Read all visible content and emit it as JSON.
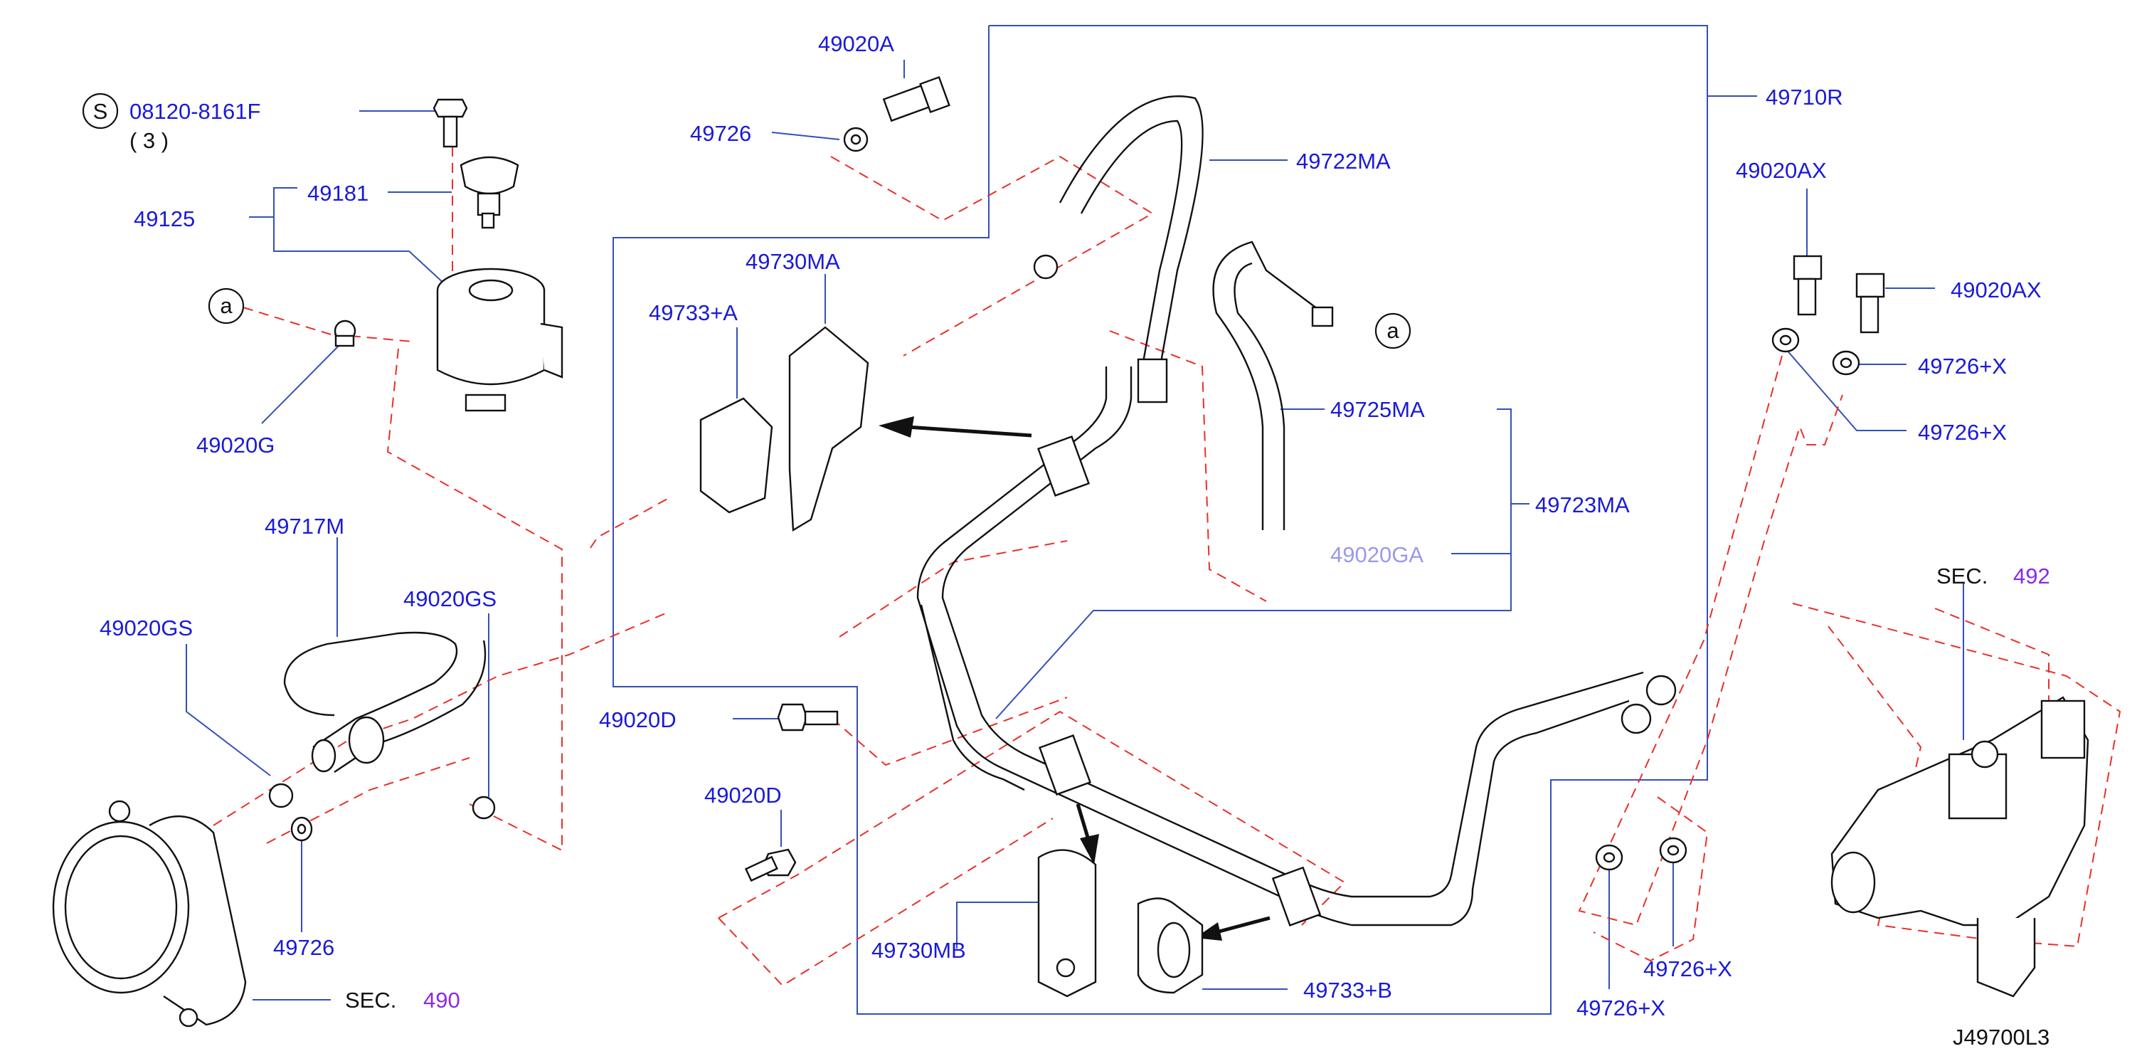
{
  "diagram_id": "J49700L3",
  "callouts": {
    "s_bolt": "08120-8161F",
    "s_circle": "S",
    "s_qty": "( 3 )",
    "p49181": "49181",
    "p49125": "49125",
    "a_left": "a",
    "a_right": "a",
    "p49020g": "49020G",
    "p49717m": "49717M",
    "p49020gs_left": "49020GS",
    "p49020gs_right": "49020GS",
    "p49726_left": "49726",
    "sec_left_prefix": "SEC.",
    "sec_left_num": "490",
    "p49020a": "49020A",
    "p49726_top": "49726",
    "p49730ma": "49730MA",
    "p49733a": "49733+A",
    "p49722ma": "49722MA",
    "p49725ma": "49725MA",
    "p49723ma": "49723MA",
    "p49020ga_faded": "49020GA",
    "p49710r": "49710R",
    "p49020ax_top": "49020AX",
    "p49020ax_right": "49020AX",
    "p49726x_1": "49726+X",
    "p49726x_2": "49726+X",
    "p49020d_1": "49020D",
    "p49020d_2": "49020D",
    "p49730mb": "49730MB",
    "p49733b": "49733+B",
    "p49726x_3": "49726+X",
    "p49726x_4": "49726+X",
    "sec_right_prefix": "SEC.",
    "sec_right_num": "492"
  },
  "colors": {
    "label": "#1a1ad8",
    "leader": "#3350b8",
    "dashed": "#e8302a",
    "section_ref": "#8a2be2",
    "line_art": "#111111"
  }
}
